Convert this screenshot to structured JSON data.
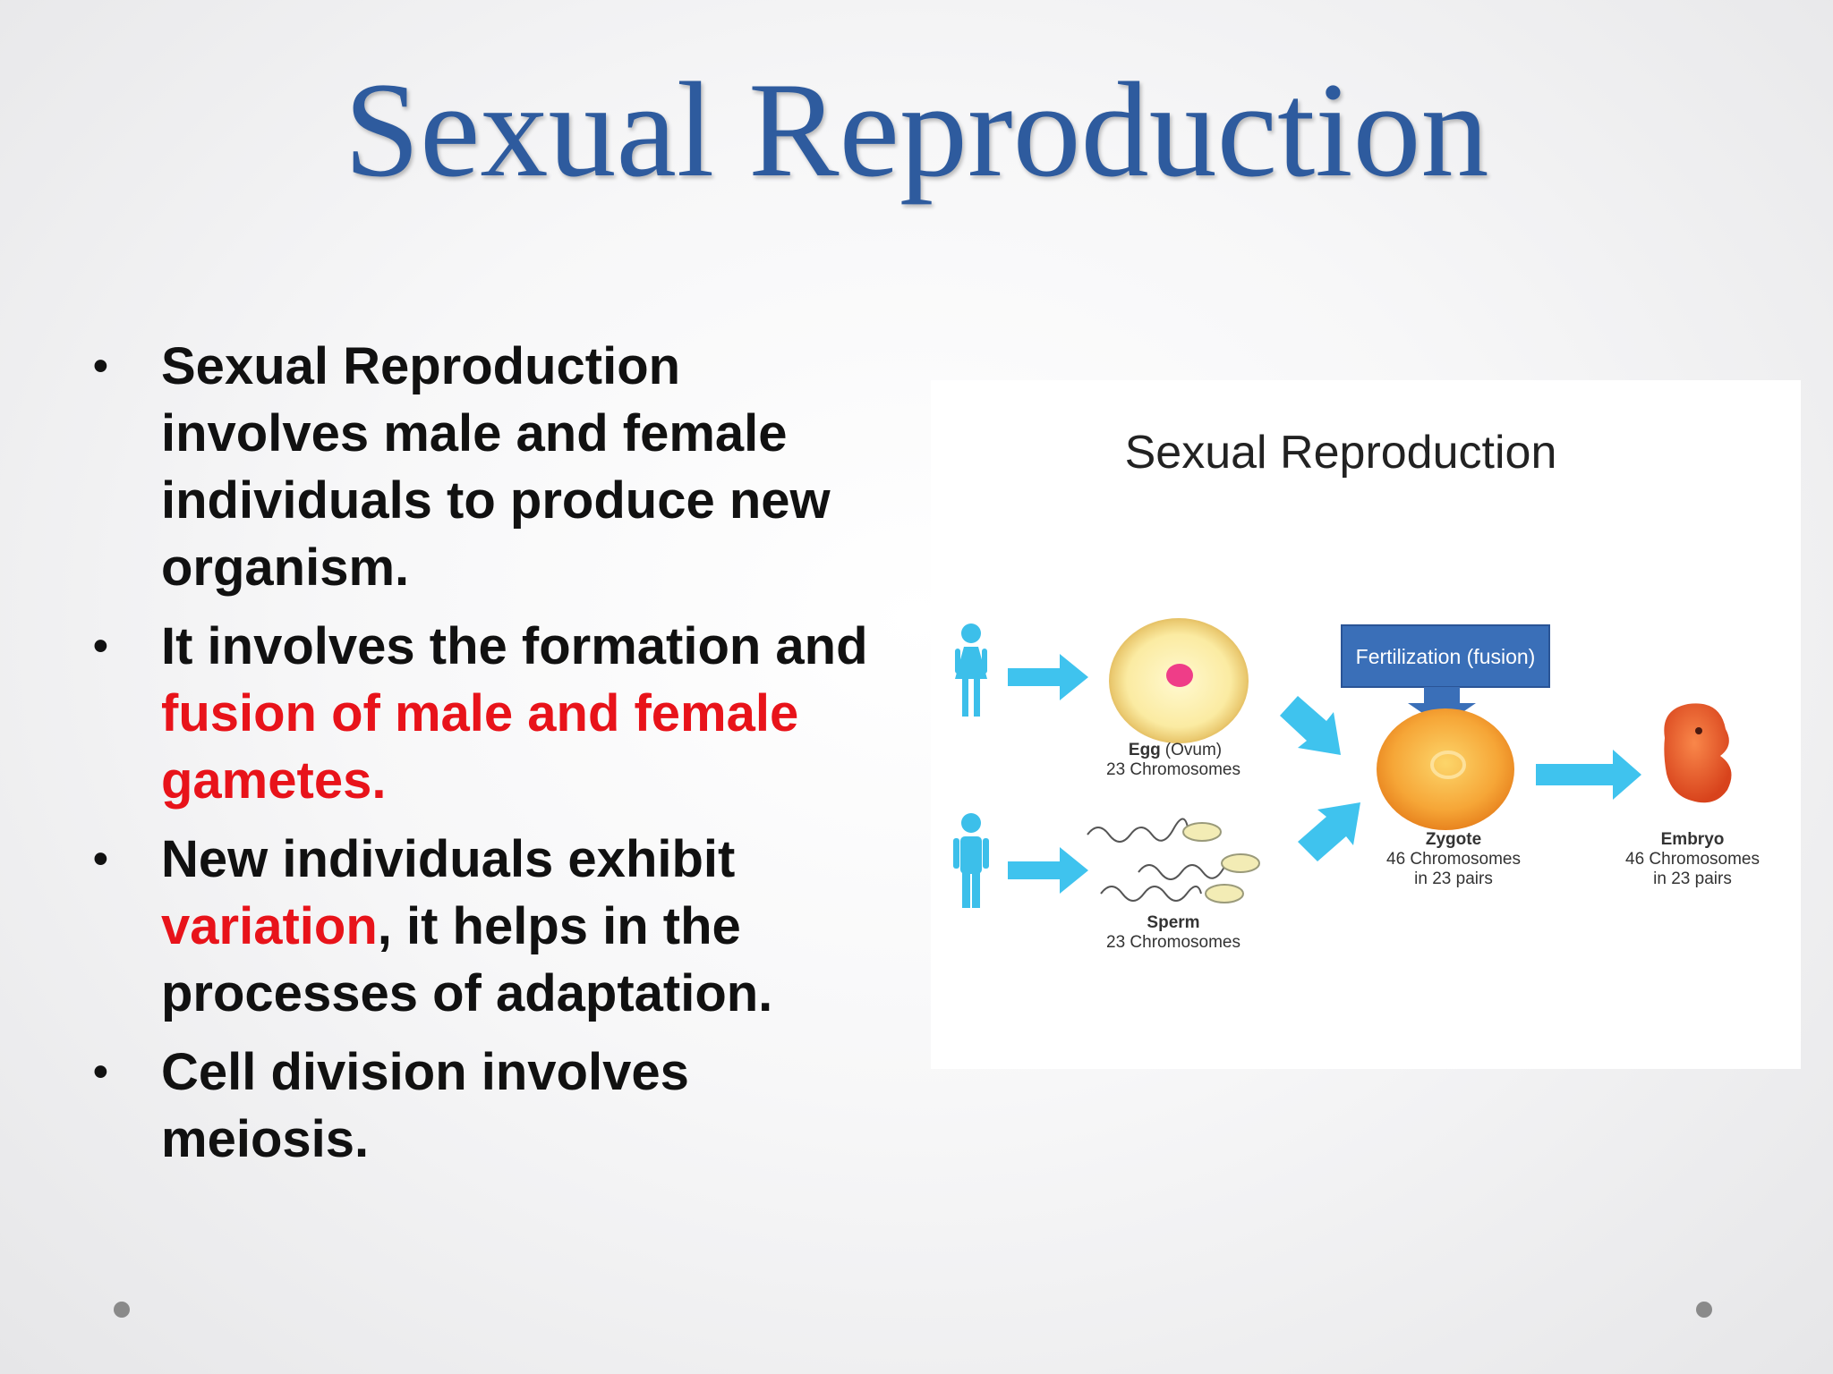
{
  "slide": {
    "title": "Sexual Reproduction",
    "bullets": [
      {
        "parts": [
          {
            "text": "Sexual Reproduction involves male and female individuals to produce new organism.",
            "highlight": false
          }
        ]
      },
      {
        "parts": [
          {
            "text": "It involves the formation and ",
            "highlight": false
          },
          {
            "text": "fusion of male and female gametes.",
            "highlight": true
          }
        ]
      },
      {
        "parts": [
          {
            "text": "New individuals exhibit ",
            "highlight": false
          },
          {
            "text": "variation",
            "highlight": true
          },
          {
            "text": ", it helps in the processes of adaptation.",
            "highlight": false
          }
        ]
      },
      {
        "parts": [
          {
            "text": "Cell division involves meiosis.",
            "highlight": false
          }
        ]
      }
    ],
    "bullet_symbol": "•",
    "colors": {
      "title": "#2e5b9e",
      "highlight": "#e8131a",
      "text": "#111111",
      "arrow": "#3fc3ee",
      "callout": "#3a6fb8"
    }
  },
  "figure": {
    "title": "Sexual Reproduction",
    "callout": "Fertilization (fusion)",
    "egg": {
      "name": "Egg",
      "qualifier": "(Ovum)",
      "detail": "23 Chromosomes"
    },
    "sperm": {
      "name": "Sperm",
      "detail": "23 Chromosomes"
    },
    "zygote": {
      "name": "Zygote",
      "detail1": "46 Chromosomes",
      "detail2": "in 23 pairs"
    },
    "embryo": {
      "name": "Embryo",
      "detail1": "46 Chromosomes",
      "detail2": "in 23 pairs"
    },
    "icons": [
      "female-figure-icon",
      "male-figure-icon",
      "egg-cell-icon",
      "sperm-cell-icon",
      "zygote-cell-icon",
      "embryo-icon"
    ]
  }
}
